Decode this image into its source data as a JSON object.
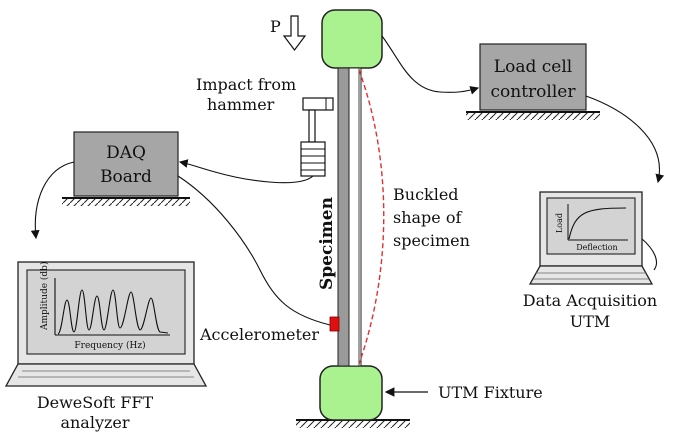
{
  "labels": {
    "load": "P",
    "impact_line1": "Impact from",
    "impact_line2": "hammer",
    "daq_line1": "DAQ",
    "daq_line2": "Board",
    "loadcell_line1": "Load cell",
    "loadcell_line2": "controller",
    "specimen": "Specimen",
    "buckled_line1": "Buckled",
    "buckled_line2": "shape of",
    "buckled_line3": "specimen",
    "accelerometer": "Accelerometer",
    "utm_fixture": "UTM Fixture",
    "data_acq_line1": "Data Acquisition",
    "data_acq_line2": "UTM",
    "dewesoft_line1": "DeweSoft FFT",
    "dewesoft_line2": "analyzer"
  },
  "fft_plot": {
    "xlabel": "Frequency (Hz)",
    "ylabel": "Amplitude (db)"
  },
  "load_plot": {
    "xlabel": "Deflection",
    "ylabel": "Load"
  },
  "colors": {
    "fixture": "#a9f28f",
    "box": "#a6a6a6",
    "screen": "#d3d3d3",
    "buckled": "#e03030",
    "accelerometer": "#e01010"
  }
}
